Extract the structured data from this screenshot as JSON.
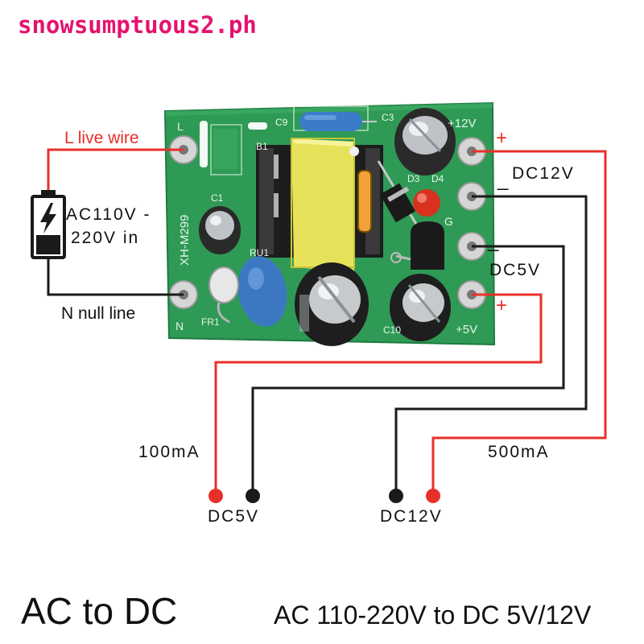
{
  "image": "Photo of a green AC-DC power converter module with wiring diagram",
  "watermark": "snowsumptuous2.ph",
  "board": {
    "model": "XH-M299",
    "pcb_labels": {
      "L": "L",
      "N": "N",
      "C1": "C1",
      "C3": "C3",
      "C9": "C9",
      "B1": "B1",
      "D3": "D3",
      "D4": "D4",
      "FR1": "FR1",
      "RU1": "RU1",
      "C10": "C10",
      "G": "G",
      "v12": "+12V",
      "v5": "+5V"
    }
  },
  "labels": {
    "live": "L live wire",
    "null": "N null line",
    "ac_line1": "AC110V -",
    "ac_line2": "220V in",
    "dc12_top": "DC12V",
    "dc5_top": "DC5V",
    "plus_top": "+",
    "minus_top": "_",
    "minus_mid": "_",
    "plus_bottom": "+",
    "current_5v": "100mA",
    "current_12v": "500mA",
    "out_5v": "DC5V",
    "out_12v": "DC12V"
  },
  "footer": {
    "title": "AC to DC",
    "subtitle": "AC 110-220V to DC 5V/12V"
  },
  "colors": {
    "watermark": "#e4136f",
    "wire_red": "#e8302a",
    "wire_black": "#1a1a1a",
    "pcb": "#2e9a55",
    "live_text": "#e8302a"
  }
}
